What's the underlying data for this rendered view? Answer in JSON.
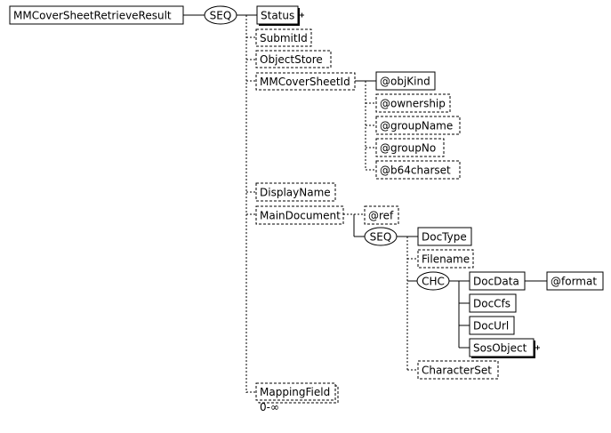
{
  "root": {
    "label": "MMCoverSheetRetrieveResult"
  },
  "compositors": {
    "seq_main": "SEQ",
    "seq_doc": "SEQ",
    "choice_doc": "CHC"
  },
  "elements": {
    "status": "Status",
    "submit_id": "SubmitId",
    "object_store": "ObjectStore",
    "mm_cover_sheet_id": "MMCoverSheetId",
    "obj_kind": "@objKind",
    "ownership": "@ownership",
    "group_name": "@groupName",
    "group_no": "@groupNo",
    "b64charset": "@b64charset",
    "display_name": "DisplayName",
    "main_document": "MainDocument",
    "ref": "@ref",
    "doc_type": "DocType",
    "filename": "Filename",
    "doc_data": "DocData",
    "format": "@format",
    "doc_cfs": "DocCfs",
    "doc_url": "DocUrl",
    "sos_object": "SosObject",
    "character_set": "CharacterSet",
    "mapping_field": "MappingField"
  },
  "cardinality": {
    "mapping_field": "0-∞"
  }
}
